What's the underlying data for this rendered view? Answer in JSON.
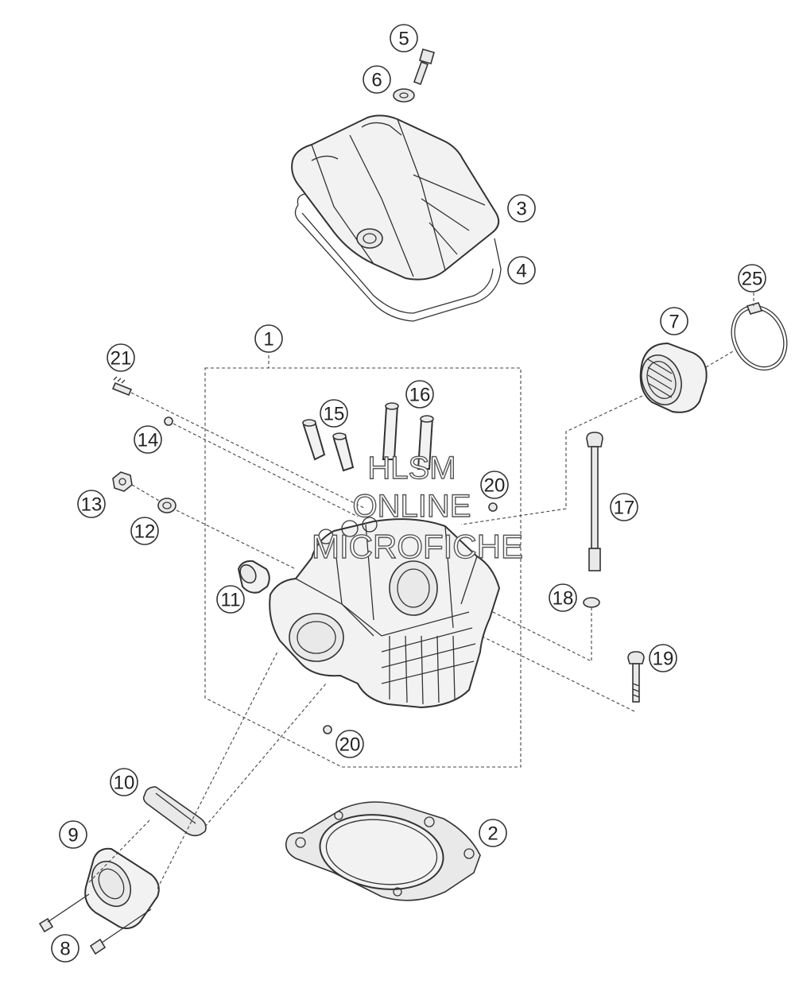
{
  "watermark": {
    "line1": "HLSM",
    "line2": "ONLINE",
    "line3": "MICROFICHE"
  },
  "callouts": [
    {
      "label": "1"
    },
    {
      "label": "2"
    },
    {
      "label": "3"
    },
    {
      "label": "4"
    },
    {
      "label": "5"
    },
    {
      "label": "6"
    },
    {
      "label": "7"
    },
    {
      "label": "8"
    },
    {
      "label": "9"
    },
    {
      "label": "10"
    },
    {
      "label": "11"
    },
    {
      "label": "12"
    },
    {
      "label": "13"
    },
    {
      "label": "14"
    },
    {
      "label": "15"
    },
    {
      "label": "16"
    },
    {
      "label": "17"
    },
    {
      "label": "18"
    },
    {
      "label": "19"
    },
    {
      "label": "20"
    },
    {
      "label": "20"
    },
    {
      "label": "21"
    },
    {
      "label": "25"
    }
  ]
}
